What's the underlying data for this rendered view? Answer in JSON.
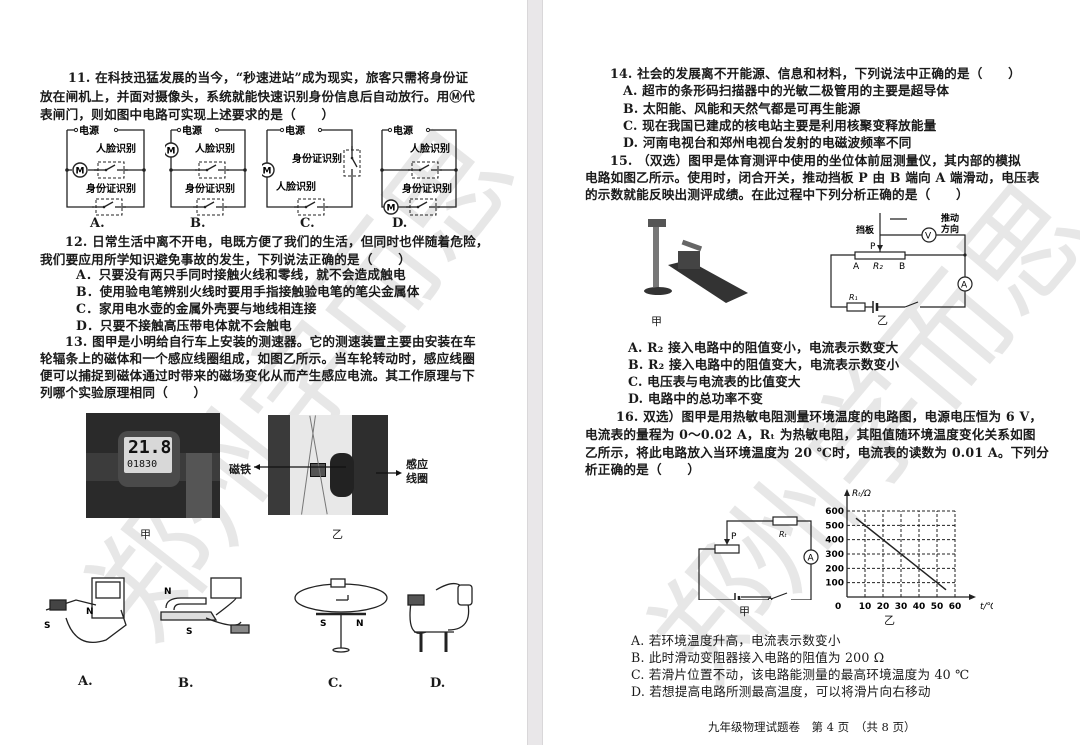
{
  "watermark": "郑州学而思",
  "left": {
    "q11": {
      "lines": [
        "11. 在科技迅猛发展的当今，“秒速进站”成为现实，旅客只需将身份证",
        "放在闸机上，并面对摄像头，系统就能快速识别身份信息后自动放行。用Ⓜ代",
        "表闸门，则如图中电路可实现上述要求的是（　　）"
      ],
      "power": "电源",
      "face": "人脸识别",
      "id": "身份证识别",
      "motor": "M",
      "options": [
        "A.",
        "B.",
        "C.",
        "D."
      ]
    },
    "q12": {
      "lines": [
        "12. 日常生活中离不开电，电既方便了我们的生活，但同时也伴随着危险，",
        "我们要应用所学知识避免事故的发生，下列说法正确的是（　　）"
      ],
      "options": [
        "A．只要没有两只手同时接触火线和零线，就不会造成触电",
        "B．使用验电笔辨别火线时要用手指接触验电笔的笔尖金属体",
        "C．家用电水壶的金属外壳要与地线相连接",
        "D．只要不接触高压带电体就不会触电"
      ]
    },
    "q13": {
      "lines": [
        "13. 图甲是小明给自行车上安装的测速器。它的测速装置主要由安装在车",
        "轮辐条上的磁体和一个感应线圈组成，如图乙所示。当车轮转动时，感应线圈",
        "便可以捕捉到磁体通过时带来的磁场变化从而产生感应电流。其工作原理与下",
        "列哪个实验原理相同（　　）"
      ],
      "fig_jia": "甲",
      "fig_yi": "乙",
      "display_speed": "21.8",
      "display_odo": "01830",
      "magnet_label": "磁铁",
      "coil_label_1": "感应",
      "coil_label_2": "线圈",
      "pole_n": "N",
      "pole_s": "S",
      "options": [
        "A.",
        "B.",
        "C.",
        "D."
      ]
    }
  },
  "right": {
    "q14": {
      "lines": [
        "14. 社会的发展离不开能源、信息和材料，下列说法中正确的是（　　）"
      ],
      "options": [
        "A. 超市的条形码扫描器中的光敏二极管用的主要是超导体",
        "B. 太阳能、风能和天然气都是可再生能源",
        "C. 现在我国已建成的核电站主要是利用核聚变释放能量",
        "D. 河南电视台和郑州电视台发射的电磁波频率不同"
      ]
    },
    "q15": {
      "lines": [
        "15. （双选）图甲是体育测评中使用的坐位体前屈测量仪，其内部的模拟",
        "电路如图乙所示。使用时，闭合开关，推动挡板 P 由 B 端向 A 端滑动，电压表",
        "的示数就能反映出测评成绩。在此过程中下列分析正确的是（　　）"
      ],
      "fig_jia": "甲",
      "fig_yi": "乙",
      "baffle": "挡板",
      "push_1": "推动",
      "push_2": "方向",
      "p": "P",
      "a": "A",
      "b": "B",
      "r2": "R₂",
      "r1": "R₁",
      "voltmeter": "V",
      "ammeter": "A",
      "options": [
        "A. R₂ 接入电路中的阻值变小，电流表示数变大",
        "B. R₂ 接入电路中的阻值变大，电流表示数变小",
        "C. 电压表与电流表的比值变大",
        "D. 电路中的总功率不变"
      ]
    },
    "q16": {
      "lines": [
        "16. 双选）图甲是用热敏电阻测量环境温度的电路图，电源电压恒为 6 V，",
        "电流表的量程为 0～0.02 A，Rₜ 为热敏电阻，其阻值随环境温度变化关系如图",
        "乙所示，将此电路放入当环境温度为 20 ℃时，电流表的读数为 0.01 A。下列分",
        "析正确的是（　　）"
      ],
      "fig_jia": "甲",
      "fig_yi": "乙",
      "p": "P",
      "rt": "Rₜ",
      "ammeter": "A",
      "graph": {
        "ylabel": "Rₜ/Ω",
        "xlabel": "t/℃",
        "origin": "0",
        "xticks": [
          10,
          20,
          30,
          40,
          50,
          60
        ],
        "yticks": [
          100,
          200,
          300,
          400,
          500,
          600
        ],
        "xlim": [
          0,
          60
        ],
        "ylim": [
          0,
          600
        ],
        "series": [
          {
            "t": 5,
            "R": 550
          },
          {
            "t": 55,
            "R": 50
          }
        ]
      },
      "options": [
        "A. 若环境温度升高，电流表示数变小",
        "B. 此时滑动变阻器接入电路的阻值为 200 Ω",
        "C. 若滑片位置不动，该电路能测量的最高环境温度为 40 ℃",
        "D. 若想提高电路所测最高温度，可以将滑片向右移动"
      ]
    },
    "footer": "九年级物理试题卷　第 4 页　（共 8 页）"
  }
}
